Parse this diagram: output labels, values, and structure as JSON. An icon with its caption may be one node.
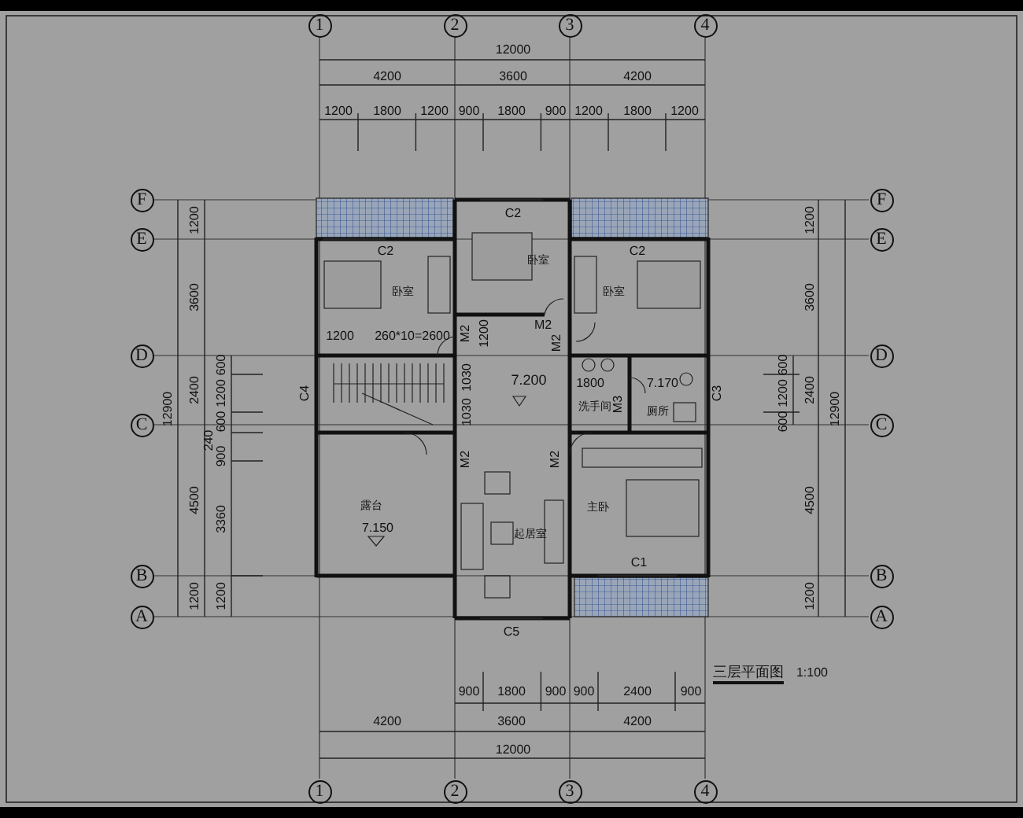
{
  "diagram": {
    "title": "三层平面图",
    "nodes": [
      {
        "text": [
          "1"
        ]
      },
      {
        "text": [
          "2"
        ]
      },
      {
        "text": [
          "3"
        ]
      },
      {
        "text": [
          "4"
        ]
      },
      {
        "text": [
          "1"
        ]
      },
      {
        "text": [
          "2"
        ]
      },
      {
        "text": [
          "3"
        ]
      },
      {
        "text": [
          "4"
        ]
      },
      {
        "text": [
          "F"
        ]
      },
      {
        "text": [
          "E"
        ]
      },
      {
        "text": [
          "D"
        ]
      },
      {
        "text": [
          "C"
        ]
      },
      {
        "text": [
          "B"
        ]
      },
      {
        "text": [
          "A"
        ]
      },
      {
        "text": [
          "F"
        ]
      },
      {
        "text": [
          "E"
        ]
      },
      {
        "text": [
          "D"
        ]
      },
      {
        "text": [
          "C"
        ]
      },
      {
        "text": [
          "B"
        ]
      },
      {
        "text": [
          "A"
        ]
      },
      {
        "text": [
          "卧室"
        ]
      },
      {
        "text": [
          "卧室"
        ]
      },
      {
        "text": [
          "卧室"
        ]
      },
      {
        "text": [
          "洗手间"
        ]
      },
      {
        "text": [
          "7.170",
          "厕所"
        ]
      },
      {
        "text": [
          "露台",
          "7.150"
        ]
      },
      {
        "text": [
          "起居室"
        ]
      },
      {
        "text": [
          "主卧"
        ]
      }
    ],
    "labels": [
      "12000",
      "4200",
      "3600",
      "4200",
      "1200",
      "1800",
      "1200",
      "900",
      "1800",
      "900",
      "1200",
      "1800",
      "1200",
      "1200",
      "3600",
      "2400",
      "4500",
      "1200",
      "12900",
      "600",
      "1200",
      "600",
      "240",
      "900",
      "3360",
      "1200",
      "1200",
      "3600",
      "2400",
      "4500",
      "1200",
      "12900",
      "600",
      "1200",
      "600",
      "C2",
      "C2",
      "C2",
      "1200",
      "260*10=2600",
      "M2",
      "1200",
      "M2",
      "M2",
      "C4",
      "1030",
      "1030",
      "7.200",
      "1800",
      "M3",
      "C3",
      "M2",
      "M2",
      "C1",
      "C5",
      "1:100",
      "900",
      "1800",
      "900",
      "900",
      "2400",
      "900",
      "4200",
      "3600",
      "4200",
      "12000"
    ]
  }
}
